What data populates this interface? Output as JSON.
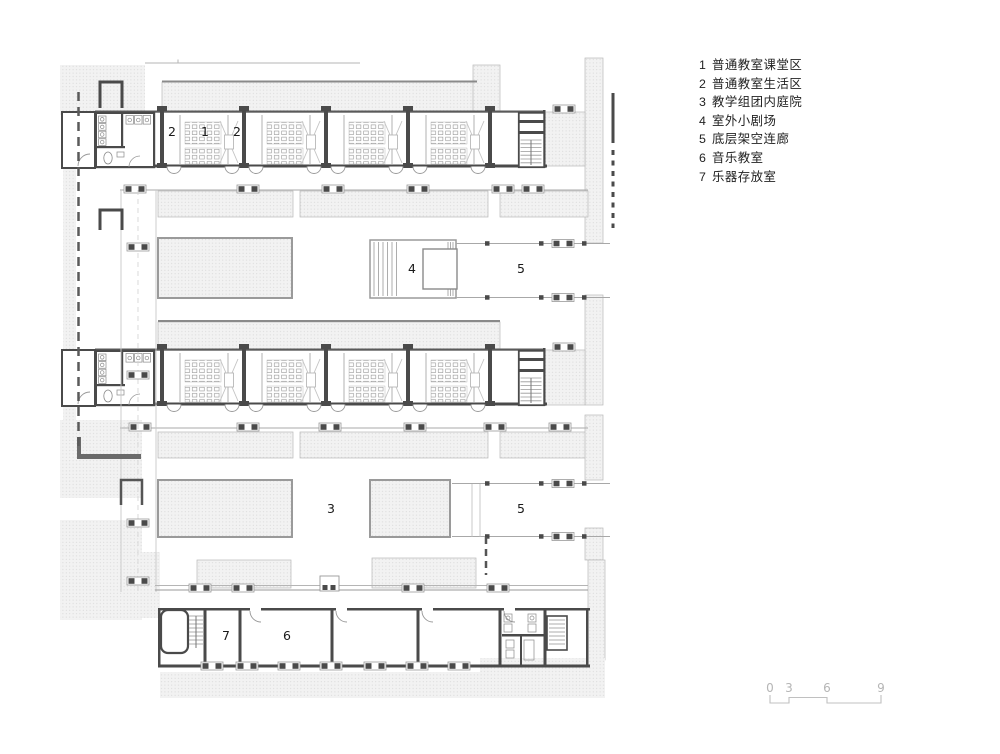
{
  "legend": {
    "items": [
      {
        "num": "1",
        "label": "普通教室课堂区"
      },
      {
        "num": "2",
        "label": "普通教室生活区"
      },
      {
        "num": "3",
        "label": "教学组团内庭院"
      },
      {
        "num": "4",
        "label": "室外小剧场"
      },
      {
        "num": "5",
        "label": "底层架空连廊"
      },
      {
        "num": "6",
        "label": "音乐教室"
      },
      {
        "num": "7",
        "label": "乐器存放室"
      }
    ]
  },
  "plan_labels": {
    "living_left": "2",
    "teaching": "1",
    "living_right": "2",
    "theater": "4",
    "corridor_upper": "5",
    "courtyard": "3",
    "corridor_lower": "5",
    "instrument_storage": "7",
    "music_room": "6"
  },
  "scale_bar": {
    "ticks": [
      "0",
      "3",
      "6",
      "9"
    ]
  },
  "colors": {
    "wall": "#4a4a4a",
    "thin_line": "#9a9a9a",
    "hatch_bg": "#f2f2f2",
    "hatch_dot": "#cfcfcf",
    "label_text": "#1a1a1a",
    "scale_text": "#b5b5b5"
  }
}
